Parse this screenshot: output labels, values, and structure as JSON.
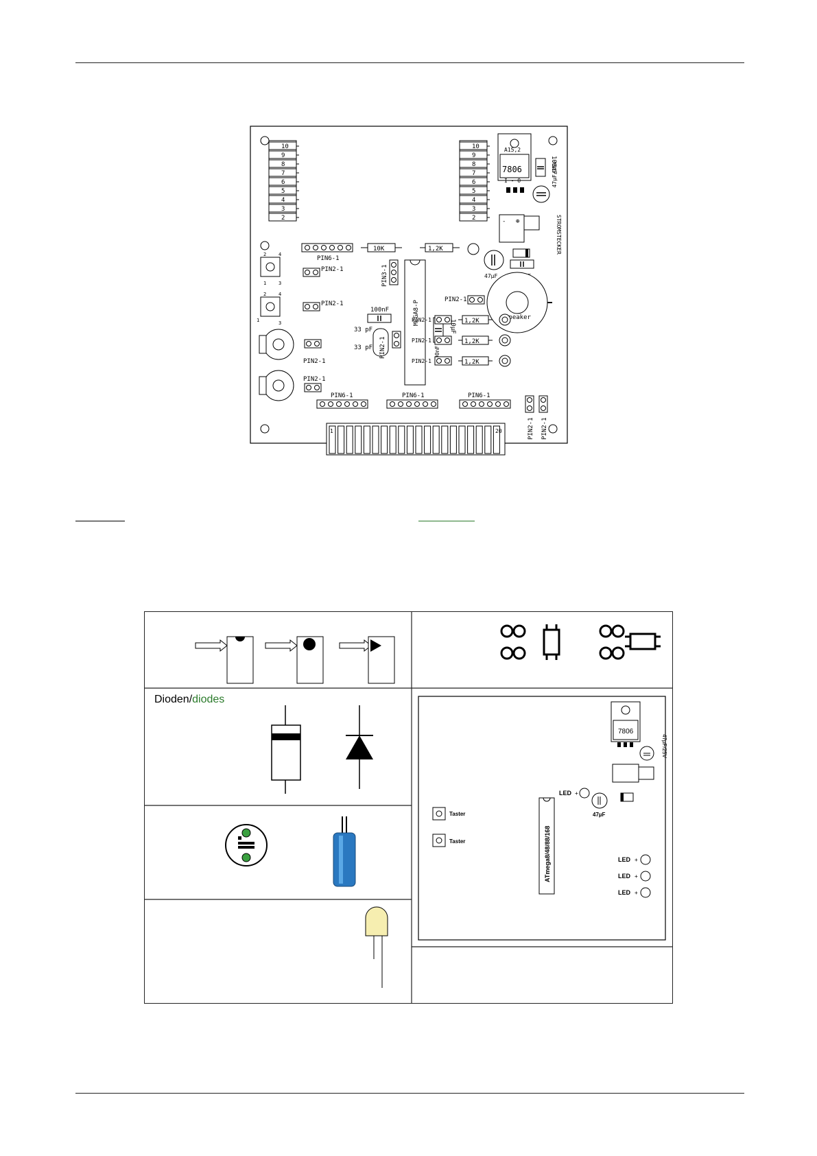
{
  "board": {
    "connectors": [
      "10",
      "9",
      "8",
      "7",
      "6",
      "5",
      "4",
      "3",
      "2"
    ],
    "regulator": {
      "text": "7806",
      "sub": "A15,2",
      "pins": "I - O"
    },
    "cap_100nF": "100nF",
    "cap_47uF_25V": "47µF/25V",
    "power_jack": "STROMSTECKER",
    "resistor_10k": "10K",
    "resistor_1k2": "1,2K",
    "cap_47uF": "47µF",
    "pin6": "PIN6-1",
    "pin2": "PIN2-1",
    "pin3": "PIN3-1",
    "chip": "MEGA8-P",
    "speaker": "Speaker",
    "cap_10uF": "10µF",
    "crystal_cap": "33 pF",
    "bottom_connector": {
      "start": "1",
      "end": "20"
    }
  },
  "legend": {
    "diodes_de": "Dioden/",
    "diodes_en": "diodes",
    "mini_regulator": "7806",
    "mini_cap": "47µF/25V",
    "led": "LED",
    "mini_cap2": "47µF",
    "taster": "Taster",
    "chip": "ATmega8/48/88/168"
  },
  "colors": {
    "green": "#2a7a2a",
    "cap_blue": "#2a78c0",
    "led_yellow": "#f6eeb0",
    "pcb_green": "#3aa040"
  }
}
